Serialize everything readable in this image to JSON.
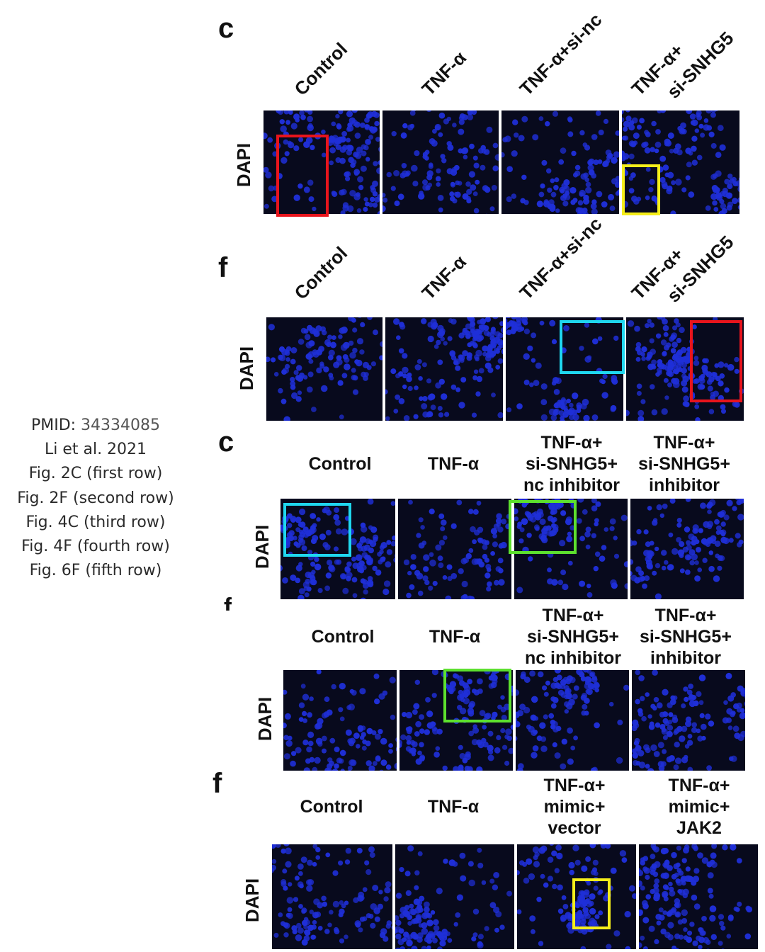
{
  "caption": {
    "pmid_label": "PMID:",
    "pmid_value": "34334085",
    "authors": "Li et al. 2021",
    "lines": [
      "Fig. 2C (first row)",
      "Fig. 2F (second row)",
      "Fig. 4C (third row)",
      "Fig. 4F (fourth row)",
      "Fig. 6F (fifth row)"
    ]
  },
  "colors": {
    "nuclei": "#1f2fd8",
    "background": "#080a1d",
    "red": "#e8141c",
    "yellow": "#f5ee1a",
    "cyan": "#1fd7ef",
    "green": "#5de02e"
  },
  "rows": [
    {
      "letter": "c",
      "ylabel": "DAPI",
      "columns": [
        {
          "label": "Control"
        },
        {
          "label": "TNF-α"
        },
        {
          "label": "TNF-α+si-nc"
        },
        {
          "label_lines": [
            "TNF-α+",
            "si-SNHG5"
          ]
        }
      ],
      "highlights": [
        {
          "color": "red",
          "panel": 1
        },
        {
          "color": "yellow",
          "panel": 4
        }
      ]
    },
    {
      "letter": "f",
      "ylabel": "DAPI",
      "columns": [
        {
          "label": "Control"
        },
        {
          "label": "TNF-α"
        },
        {
          "label": "TNF-α+si-nc"
        },
        {
          "label_lines": [
            "TNF-α+",
            "si-SNHG5"
          ]
        }
      ],
      "highlights": [
        {
          "color": "cyan",
          "panel": 3
        },
        {
          "color": "red",
          "panel": 4
        }
      ]
    },
    {
      "letter": "c",
      "ylabel": "DAPI",
      "columns": [
        {
          "label_lines": [
            "Control"
          ]
        },
        {
          "label_lines": [
            "TNF-α"
          ]
        },
        {
          "label_lines": [
            "TNF-α+",
            "si-SNHG5+",
            "nc inhibitor"
          ]
        },
        {
          "label_lines": [
            "TNF-α+",
            "si-SNHG5+",
            "inhibitor"
          ]
        }
      ],
      "highlights": [
        {
          "color": "cyan",
          "panel": 1
        },
        {
          "color": "green",
          "panel": 3
        }
      ]
    },
    {
      "letter": "f",
      "ylabel": "DAPI",
      "columns": [
        {
          "label_lines": [
            "Control"
          ]
        },
        {
          "label_lines": [
            "TNF-α"
          ]
        },
        {
          "label_lines": [
            "TNF-α+",
            "si-SNHG5+",
            "nc inhibitor"
          ]
        },
        {
          "label_lines": [
            "TNF-α+",
            "si-SNHG5+",
            "inhibitor"
          ]
        }
      ],
      "highlights": [
        {
          "color": "green",
          "panel": 2
        }
      ]
    },
    {
      "letter": "f",
      "ylabel": "DAPI",
      "columns": [
        {
          "label_lines": [
            "Control"
          ]
        },
        {
          "label_lines": [
            "TNF-α"
          ]
        },
        {
          "label_lines": [
            "TNF-α+",
            "mimic+",
            "vector"
          ]
        },
        {
          "label_lines": [
            "TNF-α+",
            "mimic+",
            "JAK2"
          ]
        }
      ],
      "highlights": [
        {
          "color": "yellow",
          "panel": 3
        }
      ]
    }
  ]
}
